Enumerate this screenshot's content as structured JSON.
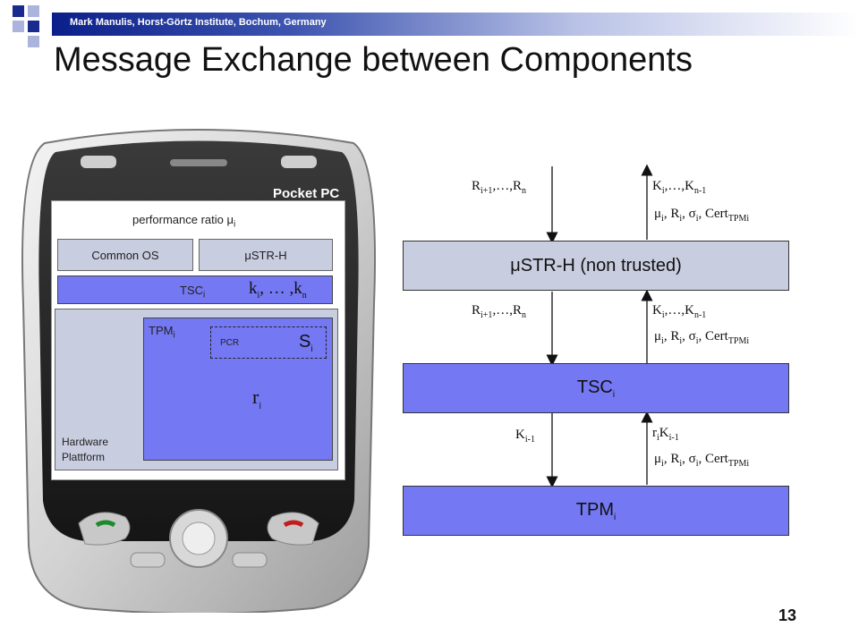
{
  "header": {
    "author": "Mark Manulis, Horst-Görtz Institute, Bochum, Germany",
    "squares_color": "#1a2b8f",
    "squares_light": "#aab4dd"
  },
  "title": "Message Exchange between Components",
  "phone": {
    "brand": "Pocket PC",
    "performance_label": "performance ratio μ",
    "performance_sub": "i",
    "common_os": "Common OS",
    "ustr_h": "μSTR-H",
    "tsc_label": "TSC",
    "tsc_sub": "i",
    "keys_k": "k",
    "keys_sub1": "i",
    "keys_mid": ", … ,k",
    "keys_sub2": "n",
    "tpm_label": "TPM",
    "tpm_sub": "i",
    "pcr": "PCR",
    "s_label": "S",
    "s_sub": "i",
    "r_label": "r",
    "r_sub": "i",
    "hardware_line1": "Hardware",
    "hardware_line2": "Plattform"
  },
  "diagram": {
    "box_ustrh": "μSTR-H (non trusted)",
    "box_tsc": "TSC",
    "box_tsc_sub": "i",
    "box_tpm": "TPM",
    "box_tpm_sub": "i",
    "down1_a": "R",
    "down1_a_sub": "i+1",
    "down1_b": ",…,R",
    "down1_b_sub": "n",
    "up1_a": "K",
    "up1_a_sub": "i",
    "up1_b": ",…,K",
    "up1_b_sub": "n-1",
    "mu_text": "μ",
    "mu_sub": "i",
    "mu_r": ", R",
    "mu_r_sub": "i",
    "mu_sigma": ", σ",
    "mu_sigma_sub": "i",
    "mu_cert": ", Cert",
    "mu_cert_sub": "TPMi",
    "down3_a": "K",
    "down3_a_sub": "i-1",
    "up3_r": "r",
    "up3_r_sub": "i",
    "up3_k": "K",
    "up3_k_sub": "i-1",
    "ustr_color": "#c9cde0",
    "tsc_color": "#7478f2",
    "tpm_color": "#7478f2"
  },
  "page_number": "13"
}
